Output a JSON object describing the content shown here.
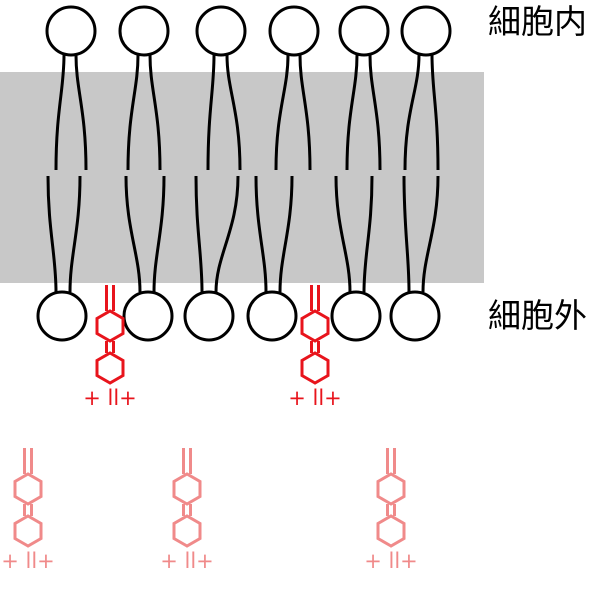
{
  "labels": {
    "inside": "細胞内",
    "outside": "細胞外"
  },
  "colors": {
    "membrane_band": "#c8c8c8",
    "lipid": "#000000",
    "embedded_molecule": "#e8141c",
    "free_molecule": "#f08a8a"
  },
  "molecule_marks": {
    "bottom": "+ ll+"
  },
  "counts": {
    "lipids_per_leaflet": 6,
    "embedded_molecules": 2,
    "free_molecules": 3
  }
}
